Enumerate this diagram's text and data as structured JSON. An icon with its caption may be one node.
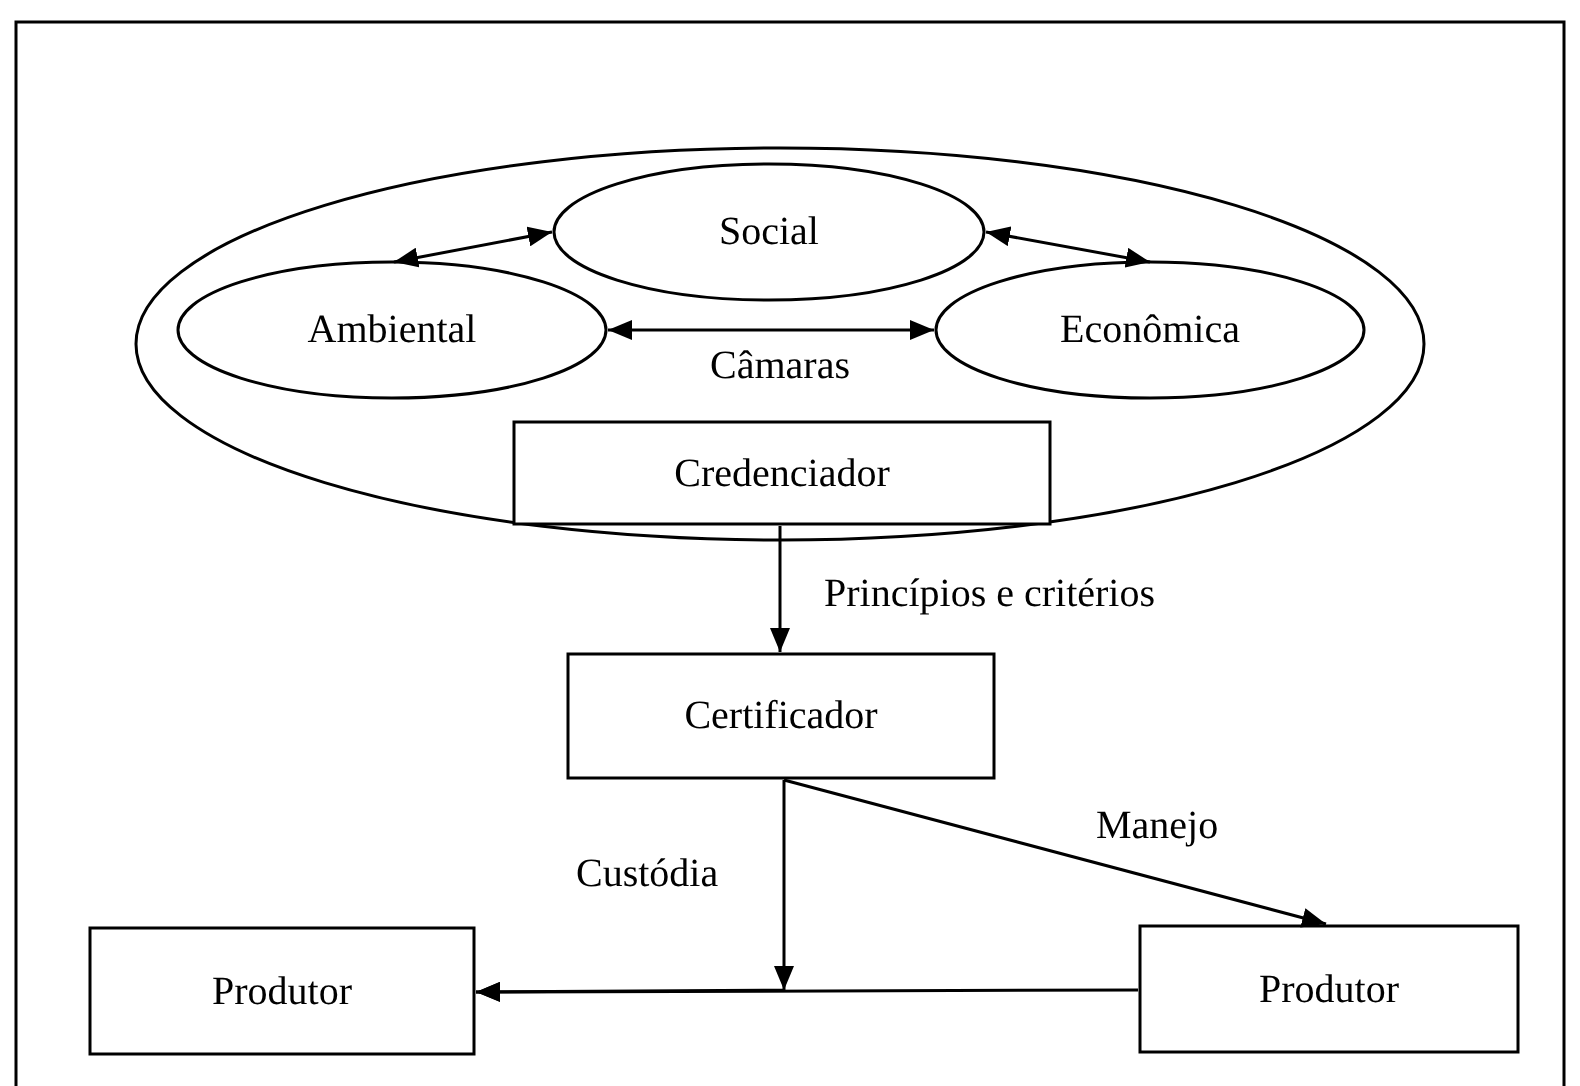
{
  "diagram": {
    "nodes": [
      {
        "text": [
          "Câmaras"
        ]
      },
      {
        "text": [
          "Social"
        ],
        "in": 0
      },
      {
        "text": [
          "Ambiental"
        ],
        "in": 0
      },
      {
        "text": [
          "Econômica"
        ],
        "in": 0
      },
      {
        "text": [
          "Credenciador"
        ],
        "in": 0
      },
      {
        "text": [
          "Certificador"
        ]
      },
      {
        "text": [
          "Produtor"
        ]
      },
      {
        "text": [
          "Produtor"
        ]
      }
    ],
    "edges": [
      {
        "from": 2,
        "to": 1,
        "arrow": "both"
      },
      {
        "from": 1,
        "to": 3,
        "arrow": "both"
      },
      {
        "from": 2,
        "to": 3,
        "arrow": "both"
      },
      {
        "from": 4,
        "to": 5,
        "arrow": "to",
        "label": "Princípios e critérios"
      },
      {
        "from": 5,
        "to": 7,
        "arrow": "to",
        "label": "Manejo"
      },
      {
        "from": 5,
        "to": 6,
        "arrow": "to",
        "label": "Custódia"
      },
      {
        "from": 7,
        "to": 6,
        "arrow": "to"
      }
    ]
  }
}
